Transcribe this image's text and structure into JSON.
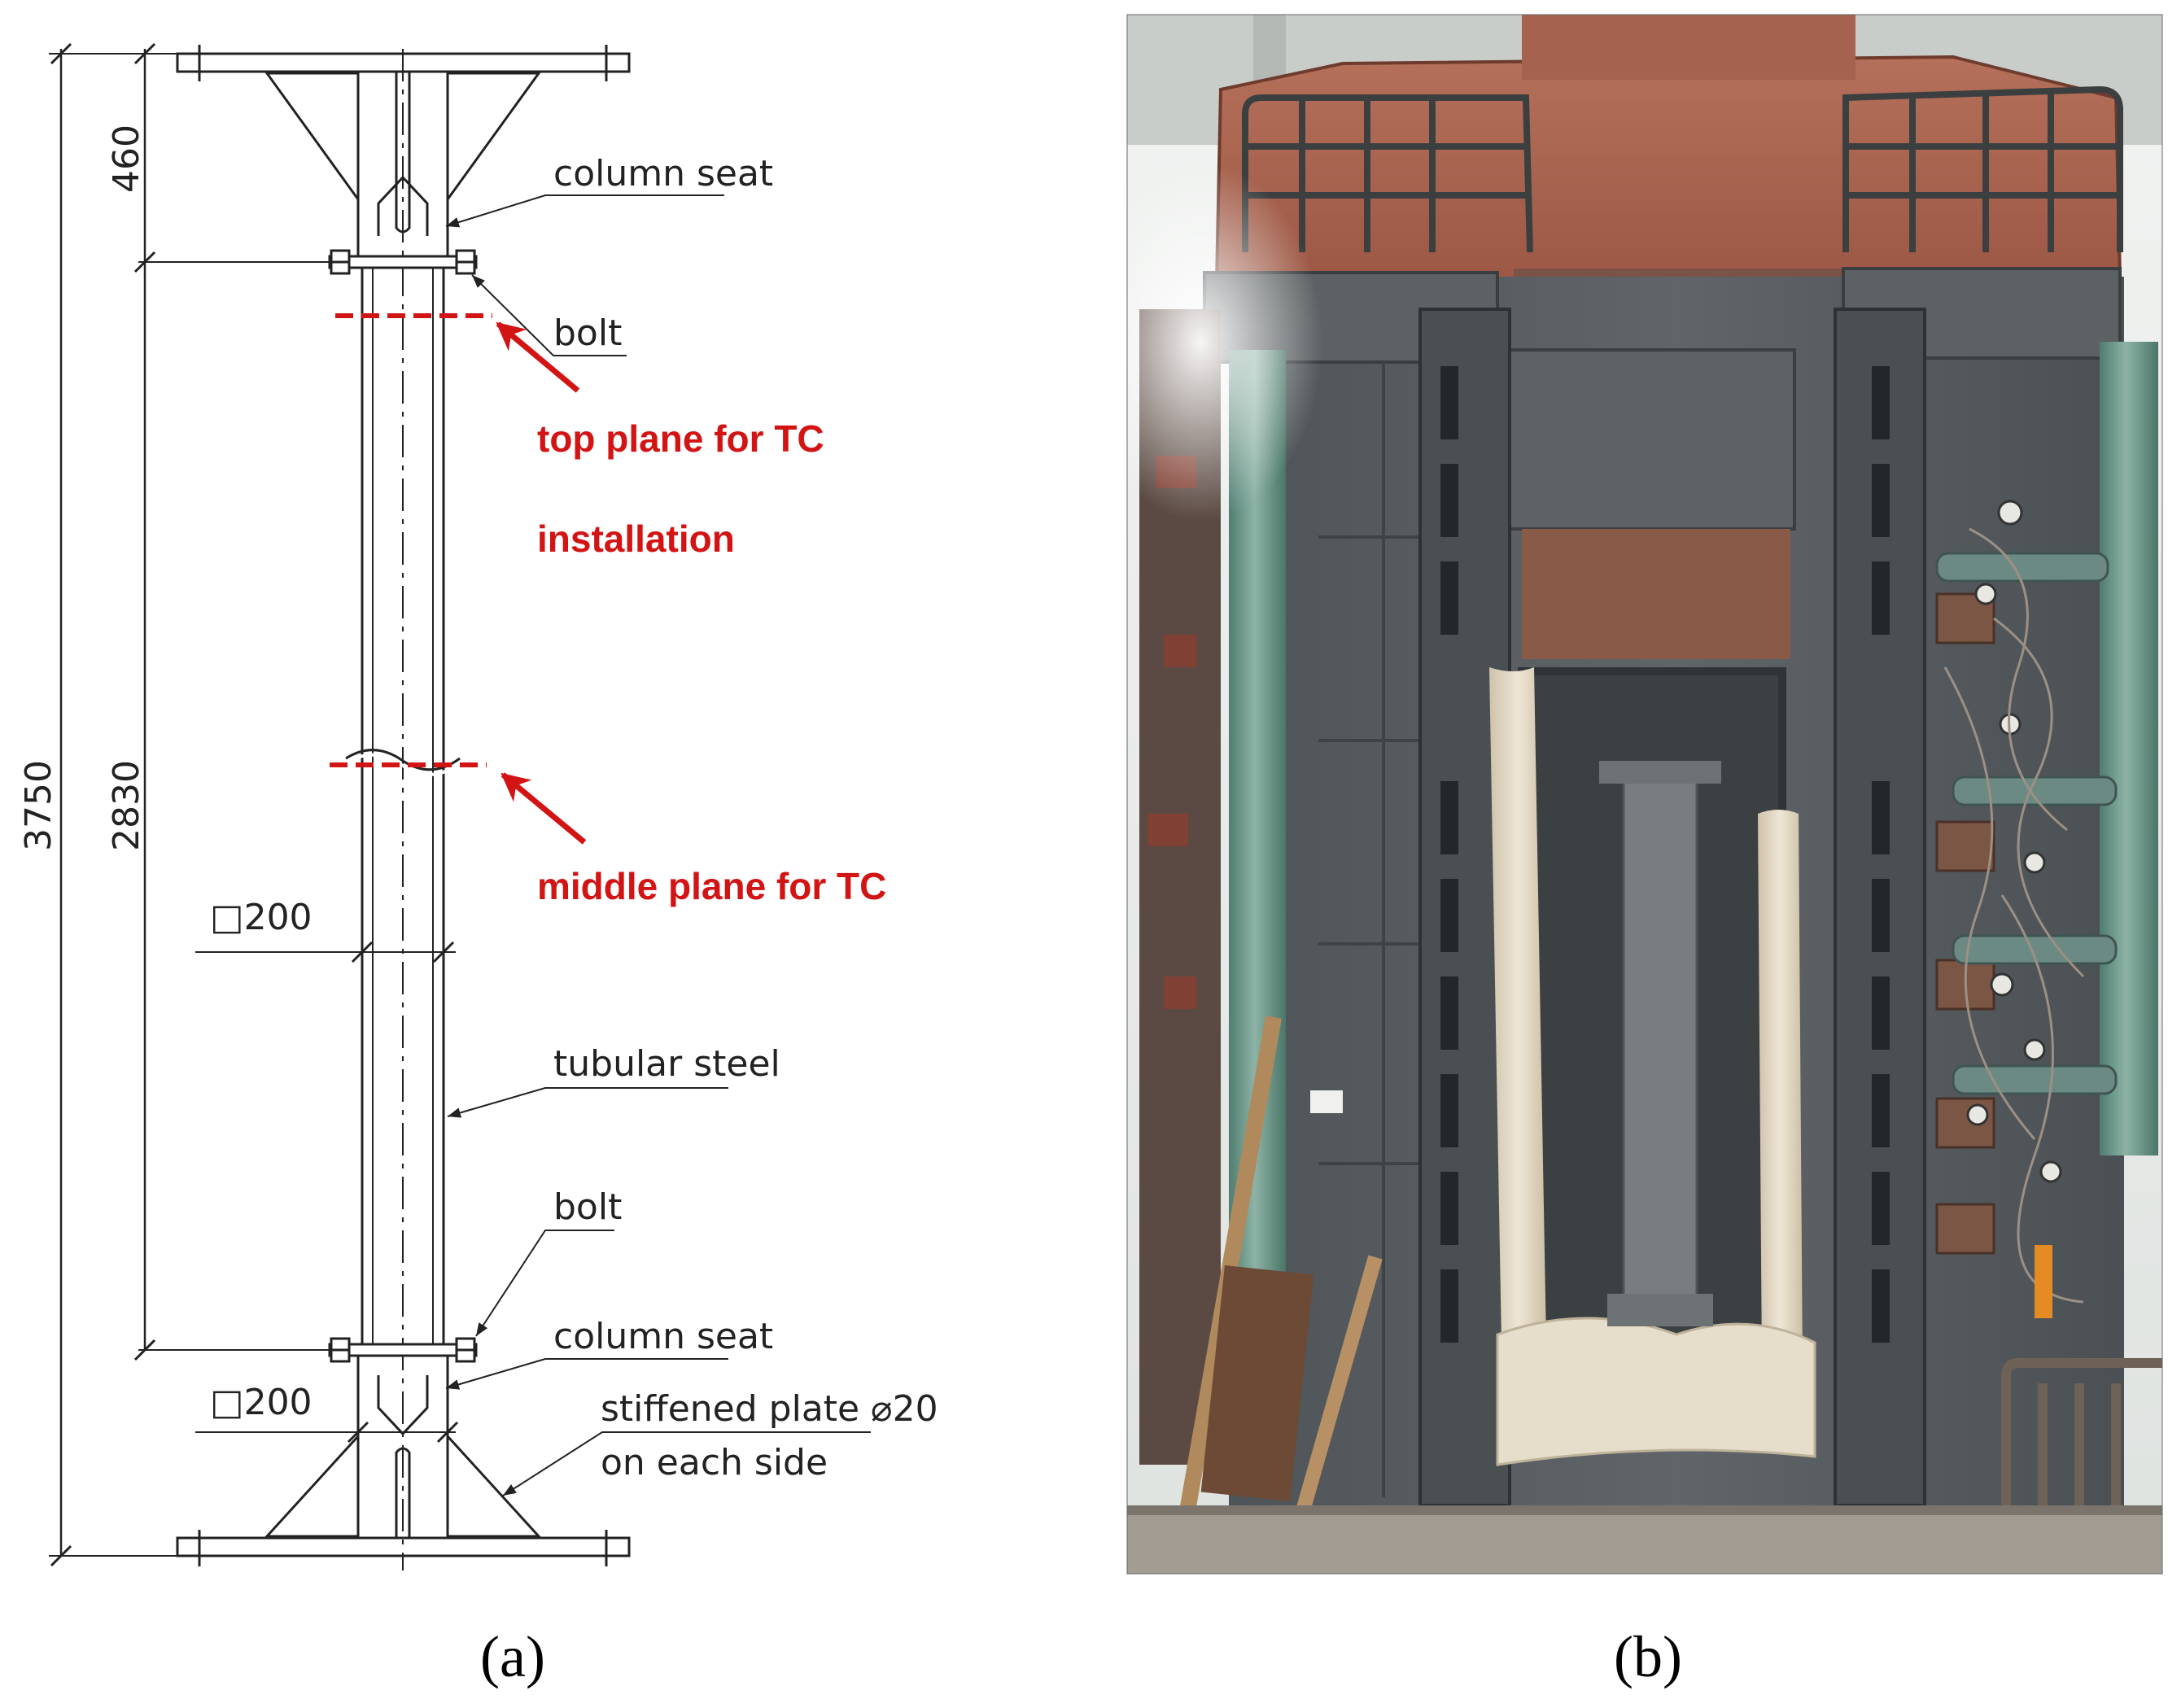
{
  "panel_a": {
    "dimensions": {
      "top_seat": "460",
      "total": "3750",
      "clear": "2830",
      "section_upper": "□200",
      "section_lower": "□200"
    },
    "labels": {
      "column_seat_top": "column seat",
      "bolt_top": "bolt",
      "top_plane_line1": "top plane for TC",
      "top_plane_line2": "installation",
      "middle_plane": "middle plane for TC",
      "tubular_steel": "tubular steel",
      "bolt_bottom": "bolt",
      "column_seat_bottom": "column seat",
      "stiffened_plate_line1": "stiffened plate ⌀20",
      "stiffened_plate_line2": "on each side"
    },
    "caption": "(a)"
  },
  "panel_b": {
    "caption": "(b)"
  },
  "colors": {
    "line": "#222222",
    "annotation_red": "#d21414",
    "furnace_rust": "#b0654e",
    "furnace_steel": "#555b5e",
    "insulation": "#e4d9c6",
    "pipe_teal": "#6f9a8c"
  }
}
